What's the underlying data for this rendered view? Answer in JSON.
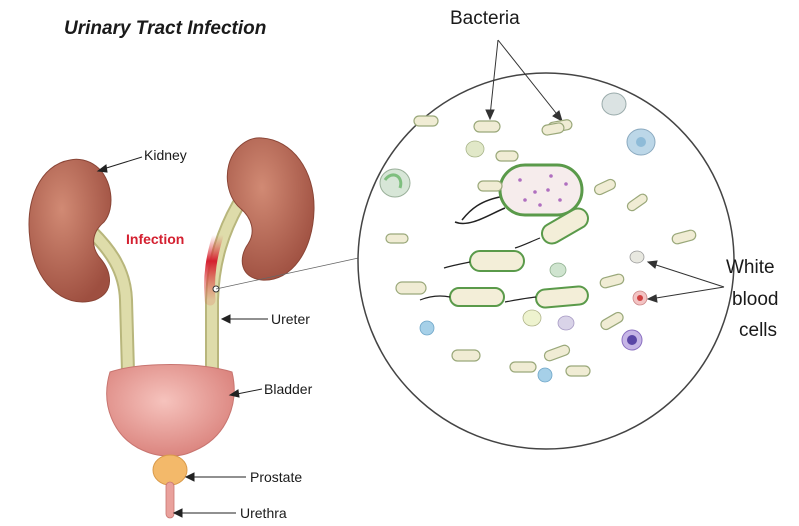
{
  "title": "Urinary Tract Infection",
  "labels": {
    "kidney": "Kidney",
    "infection": "Infection",
    "ureter": "Ureter",
    "bladder": "Bladder",
    "prostate": "Prostate",
    "urethra": "Urethra",
    "bacteria": "Bacteria",
    "white_blood_cells": [
      "White",
      "blood",
      "cells"
    ]
  },
  "colors": {
    "kidney": "#b86a58",
    "ureter": "#d9d8a4",
    "bladder": "#e9a19c",
    "prostate": "#f3b96a",
    "infection": "#d42030",
    "bacteria_fill": "#f3eed8",
    "bacteria_outline": "#5a9a5a",
    "zoom_border": "#444444"
  }
}
